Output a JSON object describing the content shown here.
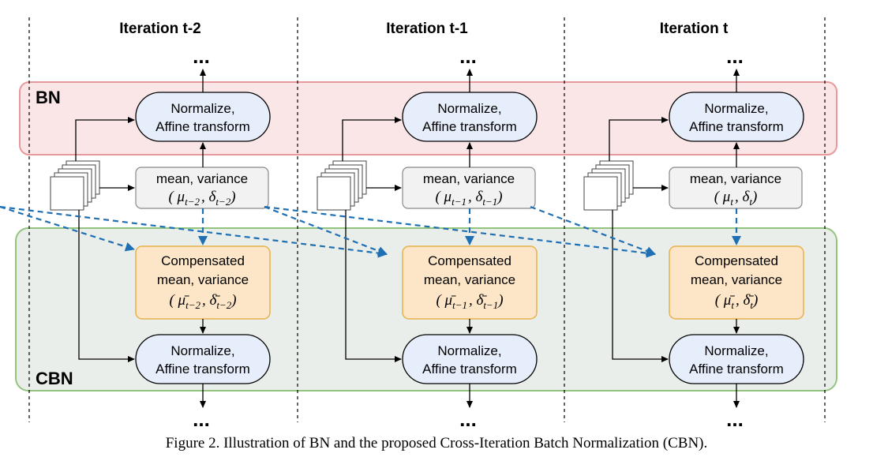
{
  "columns": [
    {
      "header": "Iteration t-2",
      "dots_top": "...",
      "dots_bottom": "...",
      "bn_box": [
        "Normalize,",
        "Affine transform"
      ],
      "stats_box": {
        "line1": "mean, variance",
        "math": "( μ",
        "sub_mu": "t−2",
        "mid": ", δ",
        "sub_delta": "t−2",
        "close": ")"
      },
      "comp_box": {
        "line1": "Compensated",
        "line2": "mean, variance",
        "math": "( μ̄",
        "sub_mu": "t−2",
        "mid": ", δ̄",
        "sub_delta": "t−2",
        "close": ")"
      },
      "cbn_box": [
        "Normalize,",
        "Affine transform"
      ]
    },
    {
      "header": "Iteration t-1",
      "dots_top": "...",
      "dots_bottom": "...",
      "bn_box": [
        "Normalize,",
        "Affine transform"
      ],
      "stats_box": {
        "line1": "mean, variance",
        "math": "( μ",
        "sub_mu": "t−1",
        "mid": ", δ",
        "sub_delta": "t−1",
        "close": ")"
      },
      "comp_box": {
        "line1": "Compensated",
        "line2": "mean, variance",
        "math": "( μ̄",
        "sub_mu": "t−1",
        "mid": ", δ̄",
        "sub_delta": "t−1",
        "close": ")"
      },
      "cbn_box": [
        "Normalize,",
        "Affine transform"
      ]
    },
    {
      "header": "Iteration t",
      "dots_top": "...",
      "dots_bottom": "...",
      "bn_box": [
        "Normalize,",
        "Affine transform"
      ],
      "stats_box": {
        "line1": "mean, variance",
        "math": "( μ",
        "sub_mu": "t",
        "mid": ", δ",
        "sub_delta": "t",
        "close": ")"
      },
      "comp_box": {
        "line1": "Compensated",
        "line2": "mean, variance",
        "math": "( μ̄",
        "sub_mu": "t",
        "mid": ", δ̄",
        "sub_delta": "t",
        "close": ")"
      },
      "cbn_box": [
        "Normalize,",
        "Affine transform"
      ]
    }
  ],
  "groups": {
    "bn_label": "BN",
    "cbn_label": "CBN"
  },
  "caption": "Figure 2. Illustration of BN and the proposed Cross-Iteration Batch Normalization (CBN).",
  "colors": {
    "bn_band_fill": "#fbe6e7",
    "bn_band_stroke": "#e8999b",
    "cbn_band_fill": "#eaeeea",
    "cbn_band_stroke": "#93c47d",
    "normalize_fill": "#e7eefb",
    "stats_fill": "#f2f2f2",
    "comp_fill": "#fde6c8",
    "comp_stroke": "#e8b14a",
    "dashed_arrow": "#1f6fb5"
  }
}
